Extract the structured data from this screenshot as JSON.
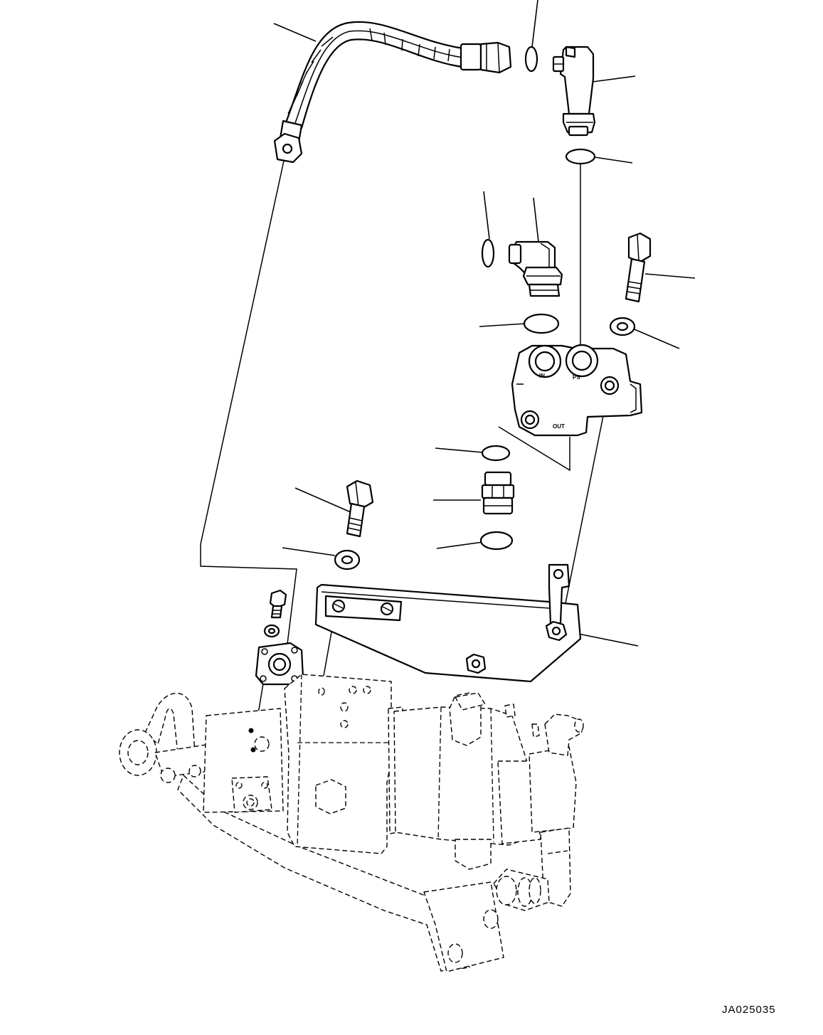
{
  "ports": {
    "inlet": "IN",
    "priority": "PS",
    "outlet": "OUT"
  },
  "figure_code": "JA025035"
}
